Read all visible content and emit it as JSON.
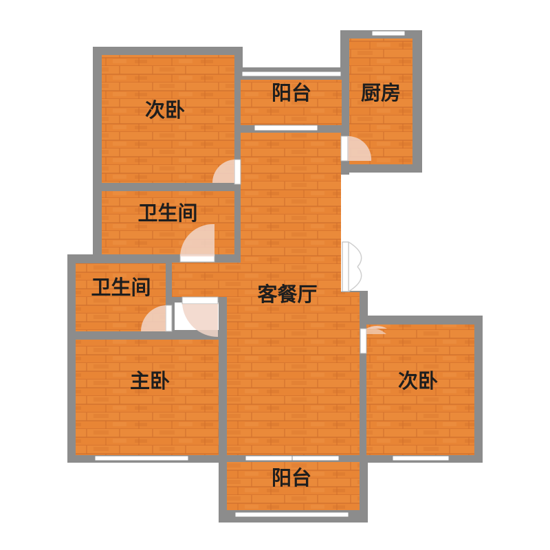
{
  "floor_plan": {
    "rooms": {
      "secondary_bedroom_nw": {
        "label": "次卧"
      },
      "balcony_north": {
        "label": "阳台"
      },
      "kitchen": {
        "label": "厨房"
      },
      "bathroom_upper": {
        "label": "卫生间"
      },
      "bathroom_lower": {
        "label": "卫生间"
      },
      "living_dining": {
        "label": "客餐厅"
      },
      "master_bedroom": {
        "label": "主卧"
      },
      "secondary_bedroom_se": {
        "label": "次卧"
      },
      "balcony_south": {
        "label": "阳台"
      }
    },
    "colors": {
      "wall": "#8c8c8c",
      "floor": "#e88535",
      "floor_plank": "#d8702a",
      "window": "#ffffff",
      "door_swing": "#f1d5c8"
    }
  }
}
